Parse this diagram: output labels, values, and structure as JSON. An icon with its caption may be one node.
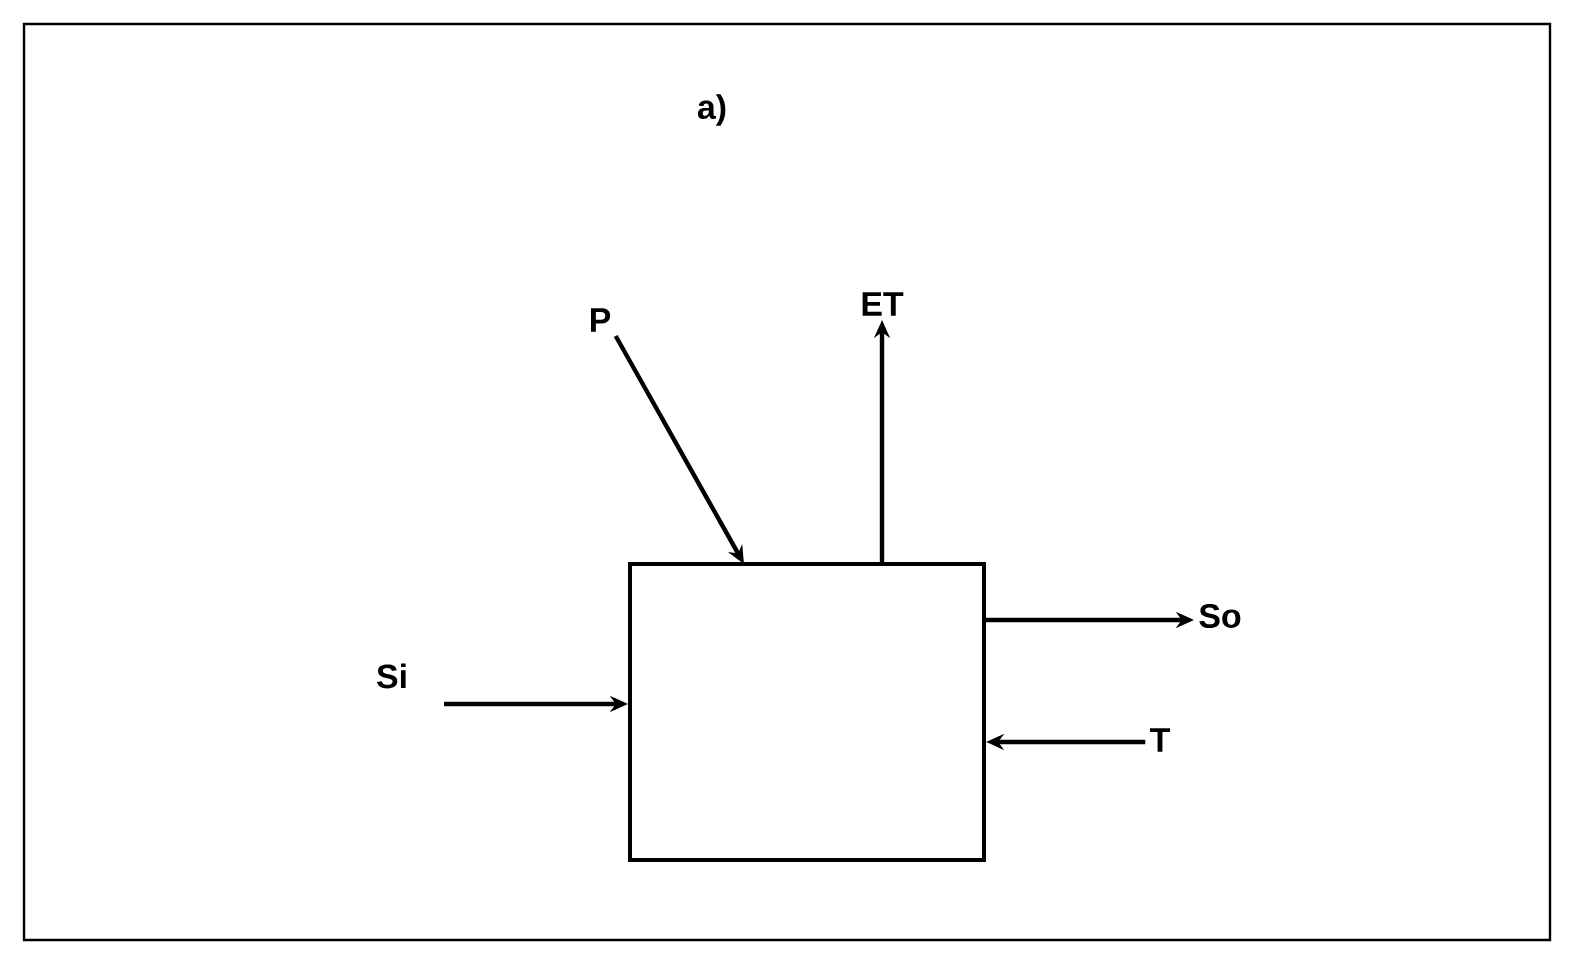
{
  "diagram": {
    "nodes": [
      {
        "text": [],
        "shape": "box"
      },
      {
        "text": [
          "P"
        ]
      },
      {
        "text": [
          "ET"
        ]
      },
      {
        "text": [
          "Si"
        ]
      },
      {
        "text": [
          "So"
        ]
      },
      {
        "text": [
          "T"
        ]
      }
    ],
    "edges": [
      {
        "from": 1,
        "to": 0,
        "arrow": "to"
      },
      {
        "from": 0,
        "to": 2,
        "arrow": "to"
      },
      {
        "from": 3,
        "to": 0,
        "arrow": "to"
      },
      {
        "from": 0,
        "to": 4,
        "arrow": "to"
      },
      {
        "from": 5,
        "to": 0,
        "arrow": "to"
      }
    ],
    "labels": [
      "a)"
    ]
  }
}
